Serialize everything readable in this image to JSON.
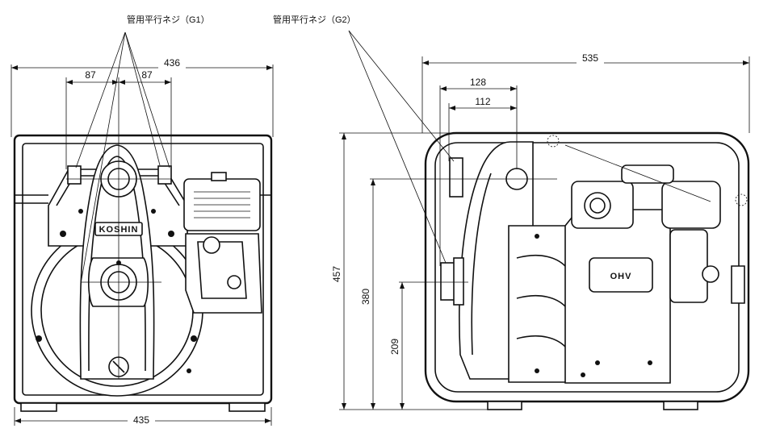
{
  "labels": {
    "thread_g1": "管用平行ネジ（G1）",
    "thread_g2": "管用平行ネジ（G2）",
    "brand": "KOSHIN",
    "engine": "OHV"
  },
  "dimensions": {
    "front_top_width": "436",
    "front_left_offset": "87",
    "front_right_offset": "87",
    "front_bottom_width": "435",
    "side_total_length": "535",
    "side_outer_offset": "128",
    "side_inner_offset": "112",
    "side_total_height": "457",
    "side_outlet_height": "380",
    "side_inlet_height": "209"
  }
}
